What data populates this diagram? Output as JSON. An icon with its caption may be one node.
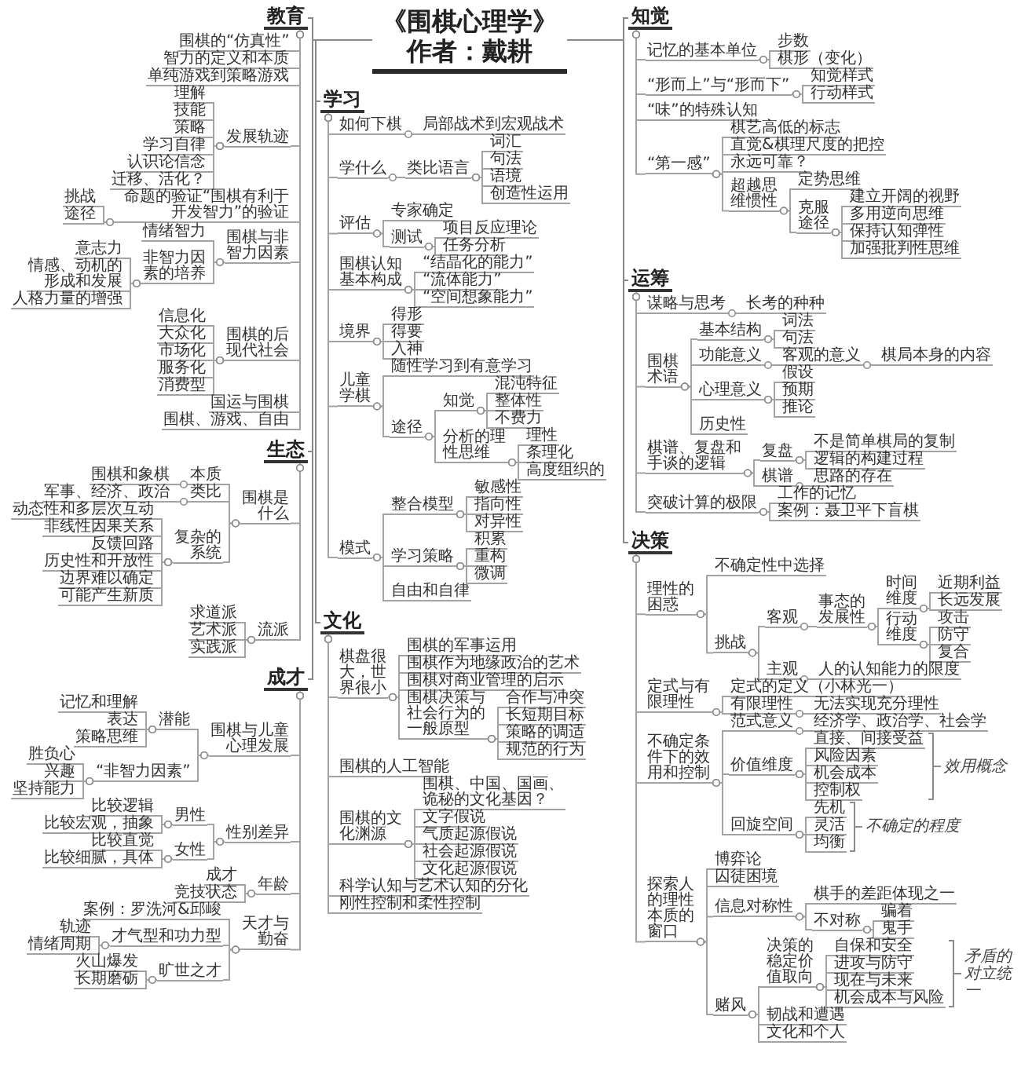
{
  "diagram": {
    "nodes": [
      {
        "text": [
          "《围棋心理学》",
          "作者：戴耕"
        ]
      },
      {
        "text": [
          "教育"
        ]
      },
      {
        "text": [
          "围棋的“仿真性”"
        ]
      },
      {
        "text": [
          "智力的定义和本质"
        ]
      },
      {
        "text": [
          "单纯游戏到策略游戏"
        ]
      },
      {
        "text": [
          "发展轨迹"
        ]
      },
      {
        "text": [
          "理解"
        ]
      },
      {
        "text": [
          "技能"
        ]
      },
      {
        "text": [
          "策略"
        ]
      },
      {
        "text": [
          "学习自律"
        ]
      },
      {
        "text": [
          "认识论信念"
        ]
      },
      {
        "text": [
          "迁移、活化？"
        ]
      },
      {
        "text": [
          "命题的验证“围棋有利于开发智力”的验证"
        ]
      },
      {
        "text": [
          "挑战"
        ]
      },
      {
        "text": [
          "途径"
        ]
      },
      {
        "text": [
          "围棋与非智力因素"
        ]
      },
      {
        "text": [
          "情绪智力"
        ]
      },
      {
        "text": [
          "非智力因素的培养"
        ]
      },
      {
        "text": [
          "意志力"
        ]
      },
      {
        "text": [
          "情感、动机的形成和发展"
        ]
      },
      {
        "text": [
          "人格力量的增强"
        ]
      },
      {
        "text": [
          "围棋的后现代社会"
        ]
      },
      {
        "text": [
          "信息化"
        ]
      },
      {
        "text": [
          "大众化"
        ]
      },
      {
        "text": [
          "市场化"
        ]
      },
      {
        "text": [
          "服务化"
        ]
      },
      {
        "text": [
          "消费型"
        ]
      },
      {
        "text": [
          "国运与围棋"
        ]
      },
      {
        "text": [
          "围棋、游戏、自由"
        ]
      },
      {
        "text": [
          "文化"
        ]
      },
      {
        "text": [
          "棋盘很大，世界很小"
        ]
      },
      {
        "text": [
          "围棋的军事运用"
        ]
      },
      {
        "text": [
          "围棋作为地缘政治的艺术"
        ]
      },
      {
        "text": [
          "围棋对商业管理的启示"
        ]
      },
      {
        "text": [
          "围棋决策与社会行为的一般原型"
        ]
      },
      {
        "text": [
          "合作与冲突"
        ]
      },
      {
        "text": [
          "长短期目标"
        ]
      },
      {
        "text": [
          "策略的调适"
        ]
      },
      {
        "text": [
          "规范的行为"
        ]
      },
      {
        "text": [
          "围棋的人工智能"
        ]
      },
      {
        "text": [
          "围棋的文化渊源"
        ]
      },
      {
        "text": [
          "围棋、中国、国画、诡秘的文化基因？"
        ]
      },
      {
        "text": [
          "文字假说"
        ]
      },
      {
        "text": [
          "气质起源假说"
        ]
      },
      {
        "text": [
          "社会起源假说"
        ]
      },
      {
        "text": [
          "文化起源假说"
        ]
      },
      {
        "text": [
          "科学认知与艺术认知的分化"
        ]
      },
      {
        "text": [
          "刚性控制和柔性控制"
        ]
      },
      {
        "text": [
          "成才"
        ]
      },
      {
        "text": [
          "围棋与儿童心理发展"
        ]
      },
      {
        "text": [
          "潜能"
        ]
      },
      {
        "text": [
          "记忆和理解"
        ]
      },
      {
        "text": [
          "表达"
        ]
      },
      {
        "text": [
          "策略思维"
        ]
      },
      {
        "text": [
          "“非智力因素”"
        ]
      },
      {
        "text": [
          "胜负心"
        ]
      },
      {
        "text": [
          "兴趣"
        ]
      },
      {
        "text": [
          "坚持能力"
        ]
      },
      {
        "text": [
          "性别差异"
        ]
      },
      {
        "text": [
          "男性"
        ]
      },
      {
        "text": [
          "比较逻辑"
        ]
      },
      {
        "text": [
          "比较宏观，抽象"
        ]
      },
      {
        "text": [
          "女性"
        ]
      },
      {
        "text": [
          "比较直觉"
        ]
      },
      {
        "text": [
          "比较细腻，具体"
        ]
      },
      {
        "text": [
          "年龄"
        ]
      },
      {
        "text": [
          "成才"
        ]
      },
      {
        "text": [
          "竞技状态"
        ]
      },
      {
        "text": [
          "天才与勤奋"
        ]
      },
      {
        "text": [
          "案例：罗洗河&邱峻"
        ]
      },
      {
        "text": [
          "才气型和功力型"
        ]
      },
      {
        "text": [
          "轨迹"
        ]
      },
      {
        "text": [
          "情绪周期"
        ]
      },
      {
        "text": [
          "旷世之才"
        ]
      },
      {
        "text": [
          "火山爆发"
        ]
      },
      {
        "text": [
          "长期磨砺"
        ]
      },
      {
        "text": [
          "学习"
        ]
      },
      {
        "text": [
          "如何下棋"
        ]
      },
      {
        "text": [
          "局部战术到宏观战术"
        ]
      },
      {
        "text": [
          "学什么"
        ]
      },
      {
        "text": [
          "类比语言"
        ]
      },
      {
        "text": [
          "词汇"
        ]
      },
      {
        "text": [
          "句法"
        ]
      },
      {
        "text": [
          "语境"
        ]
      },
      {
        "text": [
          "创造性运用"
        ]
      },
      {
        "text": [
          "评估"
        ]
      },
      {
        "text": [
          "专家确定"
        ]
      },
      {
        "text": [
          "测试"
        ]
      },
      {
        "text": [
          "项目反应理论"
        ]
      },
      {
        "text": [
          "任务分析"
        ]
      },
      {
        "text": [
          "围棋认知基本构成"
        ]
      },
      {
        "text": [
          "“结晶化的能力”"
        ]
      },
      {
        "text": [
          "“流体能力”"
        ]
      },
      {
        "text": [
          "“空间想象能力”"
        ]
      },
      {
        "text": [
          "境界"
        ]
      },
      {
        "text": [
          "得形"
        ]
      },
      {
        "text": [
          "得要"
        ]
      },
      {
        "text": [
          "入神"
        ]
      },
      {
        "text": [
          "儿童学棋"
        ]
      },
      {
        "text": [
          "随性学习到有意学习"
        ]
      },
      {
        "text": [
          "途径"
        ]
      },
      {
        "text": [
          "知觉"
        ]
      },
      {
        "text": [
          "混沌特征"
        ]
      },
      {
        "text": [
          "整体性"
        ]
      },
      {
        "text": [
          "不费力"
        ]
      },
      {
        "text": [
          "分析的理性思维"
        ]
      },
      {
        "text": [
          "理性"
        ]
      },
      {
        "text": [
          "条理化"
        ]
      },
      {
        "text": [
          "高度组织的"
        ]
      },
      {
        "text": [
          "模式"
        ]
      },
      {
        "text": [
          "整合模型"
        ]
      },
      {
        "text": [
          "敏感性"
        ]
      },
      {
        "text": [
          "指向性"
        ]
      },
      {
        "text": [
          "对异性"
        ]
      },
      {
        "text": [
          "学习策略"
        ]
      },
      {
        "text": [
          "积累"
        ]
      },
      {
        "text": [
          "重构"
        ]
      },
      {
        "text": [
          "微调"
        ]
      },
      {
        "text": [
          "自由和自律"
        ]
      },
      {
        "text": [
          "生态"
        ]
      },
      {
        "text": [
          "围棋是什么"
        ]
      },
      {
        "text": [
          "本质"
        ]
      },
      {
        "text": [
          "围棋和象棋"
        ]
      },
      {
        "text": [
          "类比"
        ]
      },
      {
        "text": [
          "军事、经济、政治"
        ]
      },
      {
        "text": [
          "复杂的系统"
        ]
      },
      {
        "text": [
          "动态性和多层次互动"
        ]
      },
      {
        "text": [
          "非线性因果关系"
        ]
      },
      {
        "text": [
          "反馈回路"
        ]
      },
      {
        "text": [
          "历史性和开放性"
        ]
      },
      {
        "text": [
          "边界难以确定"
        ]
      },
      {
        "text": [
          "可能产生新质"
        ]
      },
      {
        "text": [
          "流派"
        ]
      },
      {
        "text": [
          "求道派"
        ]
      },
      {
        "text": [
          "艺术派"
        ]
      },
      {
        "text": [
          "实践派"
        ]
      },
      {
        "text": [
          "知觉"
        ]
      },
      {
        "text": [
          "记忆的基本单位"
        ]
      },
      {
        "text": [
          "步数"
        ]
      },
      {
        "text": [
          "棋形（变化）"
        ]
      },
      {
        "text": [
          "“形而上”与“形而下”"
        ]
      },
      {
        "text": [
          "知觉样式"
        ]
      },
      {
        "text": [
          "行动样式"
        ]
      },
      {
        "text": [
          "“味”的特殊认知"
        ]
      },
      {
        "text": [
          "“第一感”"
        ]
      },
      {
        "text": [
          "棋艺高低的标志"
        ]
      },
      {
        "text": [
          "直觉&棋理尺度的把控"
        ]
      },
      {
        "text": [
          "永远可靠？"
        ]
      },
      {
        "text": [
          "超越思维惯性"
        ]
      },
      {
        "text": [
          "定势思维"
        ]
      },
      {
        "text": [
          "克服途径"
        ]
      },
      {
        "text": [
          "建立开阔的视野"
        ]
      },
      {
        "text": [
          "多用逆向思维"
        ]
      },
      {
        "text": [
          "保持认知弹性"
        ]
      },
      {
        "text": [
          "加强批判性思维"
        ]
      },
      {
        "text": [
          "运筹"
        ]
      },
      {
        "text": [
          "谋略与思考"
        ]
      },
      {
        "text": [
          "长考的种种"
        ]
      },
      {
        "text": [
          "围棋术语"
        ]
      },
      {
        "text": [
          "基本结构"
        ]
      },
      {
        "text": [
          "词法"
        ]
      },
      {
        "text": [
          "句法"
        ]
      },
      {
        "text": [
          "功能意义"
        ]
      },
      {
        "text": [
          "客观的意义"
        ]
      },
      {
        "text": [
          "棋局本身的内容"
        ]
      },
      {
        "text": [
          "心理意义"
        ]
      },
      {
        "text": [
          "假设"
        ]
      },
      {
        "text": [
          "预期"
        ]
      },
      {
        "text": [
          "推论"
        ]
      },
      {
        "text": [
          "历史性"
        ]
      },
      {
        "text": [
          "棋谱、复盘和手谈的逻辑"
        ]
      },
      {
        "text": [
          "复盘"
        ]
      },
      {
        "text": [
          "不是简单棋局的复制"
        ]
      },
      {
        "text": [
          "逻辑的构建过程"
        ]
      },
      {
        "text": [
          "棋谱"
        ]
      },
      {
        "text": [
          "思路的存在"
        ]
      },
      {
        "text": [
          "突破计算的极限"
        ]
      },
      {
        "text": [
          "工作的记忆"
        ]
      },
      {
        "text": [
          "案例：聂卫平下盲棋"
        ]
      },
      {
        "text": [
          "决策"
        ]
      },
      {
        "text": [
          "理性的困惑"
        ]
      },
      {
        "text": [
          "不确定性中选择"
        ]
      },
      {
        "text": [
          "挑战"
        ]
      },
      {
        "text": [
          "客观"
        ]
      },
      {
        "text": [
          "事态的发展性"
        ]
      },
      {
        "text": [
          "时间维度"
        ]
      },
      {
        "text": [
          "近期利益"
        ]
      },
      {
        "text": [
          "长远发展"
        ]
      },
      {
        "text": [
          "行动维度"
        ]
      },
      {
        "text": [
          "攻击"
        ]
      },
      {
        "text": [
          "防守"
        ]
      },
      {
        "text": [
          "复合"
        ]
      },
      {
        "text": [
          "主观"
        ]
      },
      {
        "text": [
          "人的认知能力的限度"
        ]
      },
      {
        "text": [
          "定式与有限理性"
        ]
      },
      {
        "text": [
          "定式的定义（小林光一）"
        ]
      },
      {
        "text": [
          "有限理性"
        ]
      },
      {
        "text": [
          "无法实现充分理性"
        ]
      },
      {
        "text": [
          "不确定条件下的效用和控制"
        ]
      },
      {
        "text": [
          "范式意义"
        ]
      },
      {
        "text": [
          "经济学、政治学、社会学"
        ]
      },
      {
        "text": [
          "价值维度"
        ]
      },
      {
        "text": [
          "直接、间接受益"
        ]
      },
      {
        "text": [
          "风险因素"
        ]
      },
      {
        "text": [
          "机会成本"
        ]
      },
      {
        "text": [
          "控制权"
        ]
      },
      {
        "text": [
          "回旋空间"
        ]
      },
      {
        "text": [
          "先机"
        ]
      },
      {
        "text": [
          "灵活"
        ]
      },
      {
        "text": [
          "均衡"
        ]
      },
      {
        "text": [
          "探索人的理性本质的窗口"
        ]
      },
      {
        "text": [
          "博弈论"
        ]
      },
      {
        "text": [
          "囚徒困境"
        ]
      },
      {
        "text": [
          "信息对称性"
        ]
      },
      {
        "text": [
          "棋手的差距体现之一"
        ]
      },
      {
        "text": [
          "不对称"
        ]
      },
      {
        "text": [
          "骗着"
        ]
      },
      {
        "text": [
          "鬼手"
        ]
      },
      {
        "text": [
          "赌风"
        ]
      },
      {
        "text": [
          "决策的稳定价值取向"
        ]
      },
      {
        "text": [
          "自保和安全"
        ]
      },
      {
        "text": [
          "进攻与防守"
        ]
      },
      {
        "text": [
          "现在与未来"
        ]
      },
      {
        "text": [
          "机会成本与风险"
        ]
      },
      {
        "text": [
          "韧战和遭遇"
        ]
      },
      {
        "text": [
          "文化和个人"
        ]
      }
    ],
    "edges": [
      {
        "from": 0,
        "to": 1,
        "arrow": "none"
      },
      {
        "from": 1,
        "to": 2,
        "arrow": "other"
      },
      {
        "from": 1,
        "to": 3,
        "arrow": "other"
      },
      {
        "from": 1,
        "to": 4,
        "arrow": "other"
      },
      {
        "from": 1,
        "to": 5,
        "arrow": "other"
      },
      {
        "from": 5,
        "to": 6,
        "arrow": "other"
      },
      {
        "from": 5,
        "to": 7,
        "arrow": "other"
      },
      {
        "from": 5,
        "to": 8,
        "arrow": "other"
      },
      {
        "from": 5,
        "to": 9,
        "arrow": "other"
      },
      {
        "from": 5,
        "to": 10,
        "arrow": "other"
      },
      {
        "from": 5,
        "to": 11,
        "arrow": "other"
      },
      {
        "from": 1,
        "to": 12,
        "arrow": "other"
      },
      {
        "from": 12,
        "to": 13,
        "arrow": "other"
      },
      {
        "from": 12,
        "to": 14,
        "arrow": "other"
      },
      {
        "from": 1,
        "to": 15,
        "arrow": "other"
      },
      {
        "from": 15,
        "to": 16,
        "arrow": "other"
      },
      {
        "from": 15,
        "to": 17,
        "arrow": "other"
      },
      {
        "from": 17,
        "to": 18,
        "arrow": "other"
      },
      {
        "from": 17,
        "to": 19,
        "arrow": "other"
      },
      {
        "from": 17,
        "to": 20,
        "arrow": "other"
      },
      {
        "from": 1,
        "to": 21,
        "arrow": "other"
      },
      {
        "from": 21,
        "to": 22,
        "arrow": "other"
      },
      {
        "from": 21,
        "to": 23,
        "arrow": "other"
      },
      {
        "from": 21,
        "to": 24,
        "arrow": "other"
      },
      {
        "from": 21,
        "to": 25,
        "arrow": "other"
      },
      {
        "from": 21,
        "to": 26,
        "arrow": "other"
      },
      {
        "from": 1,
        "to": 27,
        "arrow": "other"
      },
      {
        "from": 1,
        "to": 28,
        "arrow": "other"
      },
      {
        "from": 0,
        "to": 29,
        "arrow": "none"
      },
      {
        "from": 29,
        "to": 30,
        "arrow": "other"
      },
      {
        "from": 30,
        "to": 31,
        "arrow": "other"
      },
      {
        "from": 30,
        "to": 32,
        "arrow": "other"
      },
      {
        "from": 30,
        "to": 33,
        "arrow": "other"
      },
      {
        "from": 30,
        "to": 34,
        "arrow": "other"
      },
      {
        "from": 34,
        "to": 35,
        "arrow": "other"
      },
      {
        "from": 34,
        "to": 36,
        "arrow": "other"
      },
      {
        "from": 34,
        "to": 37,
        "arrow": "other"
      },
      {
        "from": 34,
        "to": 38,
        "arrow": "other"
      },
      {
        "from": 29,
        "to": 39,
        "arrow": "other"
      },
      {
        "from": 29,
        "to": 40,
        "arrow": "other"
      },
      {
        "from": 40,
        "to": 41,
        "arrow": "other"
      },
      {
        "from": 40,
        "to": 42,
        "arrow": "other"
      },
      {
        "from": 40,
        "to": 43,
        "arrow": "other"
      },
      {
        "from": 40,
        "to": 44,
        "arrow": "other"
      },
      {
        "from": 40,
        "to": 45,
        "arrow": "other"
      },
      {
        "from": 29,
        "to": 46,
        "arrow": "other"
      },
      {
        "from": 29,
        "to": 47,
        "arrow": "other"
      },
      {
        "from": 0,
        "to": 48,
        "arrow": "none"
      },
      {
        "from": 48,
        "to": 49,
        "arrow": "other"
      },
      {
        "from": 49,
        "to": 50,
        "arrow": "other"
      },
      {
        "from": 50,
        "to": 51,
        "arrow": "other"
      },
      {
        "from": 50,
        "to": 52,
        "arrow": "other"
      },
      {
        "from": 50,
        "to": 53,
        "arrow": "other"
      },
      {
        "from": 49,
        "to": 54,
        "arrow": "other"
      },
      {
        "from": 54,
        "to": 55,
        "arrow": "other"
      },
      {
        "from": 54,
        "to": 56,
        "arrow": "other"
      },
      {
        "from": 54,
        "to": 57,
        "arrow": "other"
      },
      {
        "from": 48,
        "to": 58,
        "arrow": "other"
      },
      {
        "from": 58,
        "to": 59,
        "arrow": "other"
      },
      {
        "from": 59,
        "to": 60,
        "arrow": "other"
      },
      {
        "from": 59,
        "to": 61,
        "arrow": "other"
      },
      {
        "from": 58,
        "to": 62,
        "arrow": "other"
      },
      {
        "from": 62,
        "to": 63,
        "arrow": "other"
      },
      {
        "from": 62,
        "to": 64,
        "arrow": "other"
      },
      {
        "from": 48,
        "to": 65,
        "arrow": "other"
      },
      {
        "from": 65,
        "to": 66,
        "arrow": "other"
      },
      {
        "from": 65,
        "to": 67,
        "arrow": "other"
      },
      {
        "from": 48,
        "to": 68,
        "arrow": "other"
      },
      {
        "from": 68,
        "to": 69,
        "arrow": "other"
      },
      {
        "from": 68,
        "to": 70,
        "arrow": "other"
      },
      {
        "from": 70,
        "to": 71,
        "arrow": "other"
      },
      {
        "from": 70,
        "to": 72,
        "arrow": "other"
      },
      {
        "from": 68,
        "to": 73,
        "arrow": "other"
      },
      {
        "from": 73,
        "to": 74,
        "arrow": "other"
      },
      {
        "from": 73,
        "to": 75,
        "arrow": "other"
      },
      {
        "from": 0,
        "to": 76,
        "arrow": "none"
      },
      {
        "from": 76,
        "to": 77,
        "arrow": "other"
      },
      {
        "from": 77,
        "to": 78,
        "arrow": "other"
      },
      {
        "from": 76,
        "to": 79,
        "arrow": "other"
      },
      {
        "from": 79,
        "to": 80,
        "arrow": "other"
      },
      {
        "from": 80,
        "to": 81,
        "arrow": "other"
      },
      {
        "from": 80,
        "to": 82,
        "arrow": "other"
      },
      {
        "from": 80,
        "to": 83,
        "arrow": "other"
      },
      {
        "from": 80,
        "to": 84,
        "arrow": "other"
      },
      {
        "from": 76,
        "to": 85,
        "arrow": "other"
      },
      {
        "from": 85,
        "to": 86,
        "arrow": "other"
      },
      {
        "from": 85,
        "to": 87,
        "arrow": "other"
      },
      {
        "from": 87,
        "to": 88,
        "arrow": "other"
      },
      {
        "from": 87,
        "to": 89,
        "arrow": "other"
      },
      {
        "from": 76,
        "to": 90,
        "arrow": "other"
      },
      {
        "from": 90,
        "to": 91,
        "arrow": "other"
      },
      {
        "from": 90,
        "to": 92,
        "arrow": "other"
      },
      {
        "from": 90,
        "to": 93,
        "arrow": "other"
      },
      {
        "from": 76,
        "to": 94,
        "arrow": "other"
      },
      {
        "from": 94,
        "to": 95,
        "arrow": "other"
      },
      {
        "from": 94,
        "to": 96,
        "arrow": "other"
      },
      {
        "from": 94,
        "to": 97,
        "arrow": "other"
      },
      {
        "from": 76,
        "to": 98,
        "arrow": "other"
      },
      {
        "from": 98,
        "to": 99,
        "arrow": "other"
      },
      {
        "from": 98,
        "to": 100,
        "arrow": "other"
      },
      {
        "from": 100,
        "to": 101,
        "arrow": "other"
      },
      {
        "from": 101,
        "to": 102,
        "arrow": "other"
      },
      {
        "from": 101,
        "to": 103,
        "arrow": "other"
      },
      {
        "from": 101,
        "to": 104,
        "arrow": "other"
      },
      {
        "from": 100,
        "to": 105,
        "arrow": "other"
      },
      {
        "from": 105,
        "to": 106,
        "arrow": "other"
      },
      {
        "from": 105,
        "to": 107,
        "arrow": "other"
      },
      {
        "from": 105,
        "to": 108,
        "arrow": "other"
      },
      {
        "from": 76,
        "to": 109,
        "arrow": "other"
      },
      {
        "from": 109,
        "to": 110,
        "arrow": "other"
      },
      {
        "from": 110,
        "to": 111,
        "arrow": "other"
      },
      {
        "from": 110,
        "to": 112,
        "arrow": "other"
      },
      {
        "from": 110,
        "to": 113,
        "arrow": "other"
      },
      {
        "from": 109,
        "to": 114,
        "arrow": "other"
      },
      {
        "from": 114,
        "to": 115,
        "arrow": "other"
      },
      {
        "from": 114,
        "to": 116,
        "arrow": "other"
      },
      {
        "from": 114,
        "to": 117,
        "arrow": "other"
      },
      {
        "from": 109,
        "to": 118,
        "arrow": "other"
      },
      {
        "from": 0,
        "to": 119,
        "arrow": "none"
      },
      {
        "from": 119,
        "to": 120,
        "arrow": "other"
      },
      {
        "from": 120,
        "to": 121,
        "arrow": "other"
      },
      {
        "from": 121,
        "to": 122,
        "arrow": "other"
      },
      {
        "from": 120,
        "to": 123,
        "arrow": "other"
      },
      {
        "from": 123,
        "to": 124,
        "arrow": "other"
      },
      {
        "from": 120,
        "to": 125,
        "arrow": "other"
      },
      {
        "from": 125,
        "to": 126,
        "arrow": "other"
      },
      {
        "from": 125,
        "to": 127,
        "arrow": "other"
      },
      {
        "from": 125,
        "to": 128,
        "arrow": "other"
      },
      {
        "from": 125,
        "to": 129,
        "arrow": "other"
      },
      {
        "from": 125,
        "to": 130,
        "arrow": "other"
      },
      {
        "from": 125,
        "to": 131,
        "arrow": "other"
      },
      {
        "from": 119,
        "to": 132,
        "arrow": "other"
      },
      {
        "from": 132,
        "to": 133,
        "arrow": "other"
      },
      {
        "from": 132,
        "to": 134,
        "arrow": "other"
      },
      {
        "from": 132,
        "to": 135,
        "arrow": "other"
      },
      {
        "from": 0,
        "to": 136,
        "arrow": "none"
      },
      {
        "from": 136,
        "to": 137,
        "arrow": "other"
      },
      {
        "from": 137,
        "to": 138,
        "arrow": "other"
      },
      {
        "from": 137,
        "to": 139,
        "arrow": "other"
      },
      {
        "from": 136,
        "to": 140,
        "arrow": "other"
      },
      {
        "from": 140,
        "to": 141,
        "arrow": "other"
      },
      {
        "from": 140,
        "to": 142,
        "arrow": "other"
      },
      {
        "from": 136,
        "to": 143,
        "arrow": "other"
      },
      {
        "from": 136,
        "to": 144,
        "arrow": "other"
      },
      {
        "from": 144,
        "to": 145,
        "arrow": "other"
      },
      {
        "from": 144,
        "to": 146,
        "arrow": "other"
      },
      {
        "from": 144,
        "to": 147,
        "arrow": "other"
      },
      {
        "from": 144,
        "to": 148,
        "arrow": "other"
      },
      {
        "from": 148,
        "to": 149,
        "arrow": "other"
      },
      {
        "from": 148,
        "to": 150,
        "arrow": "other"
      },
      {
        "from": 150,
        "to": 151,
        "arrow": "other"
      },
      {
        "from": 150,
        "to": 152,
        "arrow": "other"
      },
      {
        "from": 150,
        "to": 153,
        "arrow": "other"
      },
      {
        "from": 150,
        "to": 154,
        "arrow": "other"
      },
      {
        "from": 0,
        "to": 155,
        "arrow": "none"
      },
      {
        "from": 155,
        "to": 156,
        "arrow": "other"
      },
      {
        "from": 156,
        "to": 157,
        "arrow": "other"
      },
      {
        "from": 155,
        "to": 158,
        "arrow": "other"
      },
      {
        "from": 158,
        "to": 159,
        "arrow": "other"
      },
      {
        "from": 159,
        "to": 160,
        "arrow": "other"
      },
      {
        "from": 159,
        "to": 161,
        "arrow": "other"
      },
      {
        "from": 158,
        "to": 162,
        "arrow": "other"
      },
      {
        "from": 162,
        "to": 163,
        "arrow": "other"
      },
      {
        "from": 163,
        "to": 164,
        "arrow": "other"
      },
      {
        "from": 158,
        "to": 165,
        "arrow": "other"
      },
      {
        "from": 165,
        "to": 166,
        "arrow": "other"
      },
      {
        "from": 165,
        "to": 167,
        "arrow": "other"
      },
      {
        "from": 165,
        "to": 168,
        "arrow": "other"
      },
      {
        "from": 158,
        "to": 169,
        "arrow": "other"
      },
      {
        "from": 155,
        "to": 170,
        "arrow": "other"
      },
      {
        "from": 170,
        "to": 171,
        "arrow": "other"
      },
      {
        "from": 171,
        "to": 172,
        "arrow": "other"
      },
      {
        "from": 171,
        "to": 173,
        "arrow": "other"
      },
      {
        "from": 170,
        "to": 174,
        "arrow": "other"
      },
      {
        "from": 174,
        "to": 175,
        "arrow": "other"
      },
      {
        "from": 155,
        "to": 176,
        "arrow": "other"
      },
      {
        "from": 176,
        "to": 177,
        "arrow": "other"
      },
      {
        "from": 176,
        "to": 178,
        "arrow": "other"
      },
      {
        "from": 0,
        "to": 179,
        "arrow": "none"
      },
      {
        "from": 179,
        "to": 180,
        "arrow": "other"
      },
      {
        "from": 180,
        "to": 181,
        "arrow": "other"
      },
      {
        "from": 180,
        "to": 182,
        "arrow": "other"
      },
      {
        "from": 182,
        "to": 183,
        "arrow": "other"
      },
      {
        "from": 183,
        "to": 184,
        "arrow": "other"
      },
      {
        "from": 184,
        "to": 185,
        "arrow": "other"
      },
      {
        "from": 185,
        "to": 186,
        "arrow": "other"
      },
      {
        "from": 185,
        "to": 187,
        "arrow": "other"
      },
      {
        "from": 184,
        "to": 188,
        "arrow": "other"
      },
      {
        "from": 188,
        "to": 189,
        "arrow": "other"
      },
      {
        "from": 188,
        "to": 190,
        "arrow": "other"
      },
      {
        "from": 188,
        "to": 191,
        "arrow": "other"
      },
      {
        "from": 182,
        "to": 192,
        "arrow": "other"
      },
      {
        "from": 192,
        "to": 193,
        "arrow": "other"
      },
      {
        "from": 179,
        "to": 194,
        "arrow": "other"
      },
      {
        "from": 194,
        "to": 195,
        "arrow": "other"
      },
      {
        "from": 194,
        "to": 196,
        "arrow": "other"
      },
      {
        "from": 196,
        "to": 197,
        "arrow": "other"
      },
      {
        "from": 179,
        "to": 198,
        "arrow": "other"
      },
      {
        "from": 198,
        "to": 199,
        "arrow": "other"
      },
      {
        "from": 199,
        "to": 200,
        "arrow": "other"
      },
      {
        "from": 198,
        "to": 201,
        "arrow": "other"
      },
      {
        "from": 201,
        "to": 202,
        "arrow": "other"
      },
      {
        "from": 201,
        "to": 203,
        "arrow": "other"
      },
      {
        "from": 201,
        "to": 204,
        "arrow": "other"
      },
      {
        "from": 201,
        "to": 205,
        "arrow": "other"
      },
      {
        "from": 198,
        "to": 206,
        "arrow": "other"
      },
      {
        "from": 206,
        "to": 207,
        "arrow": "other"
      },
      {
        "from": 206,
        "to": 208,
        "arrow": "other"
      },
      {
        "from": 206,
        "to": 209,
        "arrow": "other"
      },
      {
        "from": 179,
        "to": 210,
        "arrow": "other"
      },
      {
        "from": 210,
        "to": 211,
        "arrow": "other"
      },
      {
        "from": 210,
        "to": 212,
        "arrow": "other"
      },
      {
        "from": 210,
        "to": 213,
        "arrow": "other"
      },
      {
        "from": 213,
        "to": 214,
        "arrow": "other"
      },
      {
        "from": 213,
        "to": 215,
        "arrow": "other"
      },
      {
        "from": 215,
        "to": 216,
        "arrow": "other"
      },
      {
        "from": 215,
        "to": 217,
        "arrow": "other"
      },
      {
        "from": 210,
        "to": 218,
        "arrow": "other"
      },
      {
        "from": 218,
        "to": 219,
        "arrow": "other"
      },
      {
        "from": 219,
        "to": 220,
        "arrow": "other"
      },
      {
        "from": 219,
        "to": 221,
        "arrow": "other"
      },
      {
        "from": 219,
        "to": 222,
        "arrow": "other"
      },
      {
        "from": 219,
        "to": 223,
        "arrow": "other"
      },
      {
        "from": 218,
        "to": 224,
        "arrow": "other"
      },
      {
        "from": 218,
        "to": 225,
        "arrow": "other"
      }
    ],
    "labels": [
      "效用概念",
      "不确定的程度",
      "矛盾的对立统一"
    ]
  }
}
